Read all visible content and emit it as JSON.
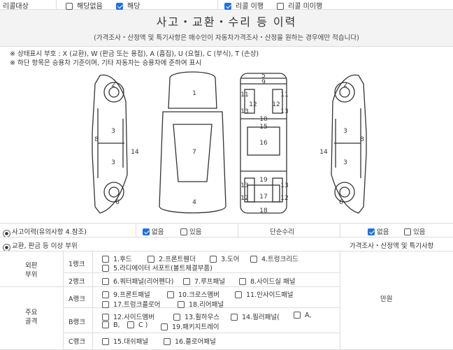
{
  "recall": {
    "label": "리콜대상",
    "opt_none": "해당없음",
    "opt_yes": "해당",
    "opt_done": "리콜 이행",
    "opt_not_done": "리콜 미이행"
  },
  "header": {
    "title": "사고・교환・수리 등 이력",
    "subtitle": "(가격조사・산정액 및 특기사항은 매수인이 자동차가격조사・산정을 원하는 경우에만 적습니다)"
  },
  "legend": {
    "line1": "※ 상태표시 부호 : X (교환), W (판금 또는 용접), A (흠집), U (요철), C (부식), T (손상)",
    "line2": "※ 하단 항목은 승용차 기준이며, 기타 자동차는 승용차에 준하여 표시"
  },
  "diagram_labels": {
    "side": [
      "2",
      "3",
      "3",
      "8",
      "14",
      "6"
    ],
    "front_back": [
      "1",
      "7",
      "4"
    ],
    "top": [
      "5",
      "9",
      "11",
      "11",
      "12",
      "12",
      "13",
      "13",
      "10",
      "15",
      "16",
      "19",
      "13",
      "13",
      "12",
      "12",
      "17",
      "18"
    ]
  },
  "accident": {
    "label": "사고이력(유의사항 4.참조)",
    "opt_none": "없음",
    "opt_yes": "있음",
    "simple_repair": "단순수리",
    "simple_none": "없음",
    "simple_yes": "있음"
  },
  "exchange": {
    "label": "교환, 판금 등 이상 부위",
    "price_header": "가격조사・산정액 및 특기사항"
  },
  "table": {
    "outer_label_1": "외판",
    "outer_label_2": "부위",
    "main_label_1": "주요",
    "main_label_2": "골격",
    "rank1": "1랭크",
    "rank2": "2랭크",
    "rankA": "A랭크",
    "rankB": "B랭크",
    "rankC": "C랭크",
    "unit": "만원",
    "r1_items": [
      "1.후드",
      "2.프론트휀더",
      "3.도어",
      "4.트렁크리드",
      "5.라디에이터 서포트(볼트체결부품)"
    ],
    "r2_items": [
      "6.쿼터패널(리어펜다)",
      "7.루프패널",
      "8.사이드실 패널"
    ],
    "rA_items": [
      "9.프론트패널",
      "10.크로스멤버",
      "11.인사이드패널",
      "17.트렁크플로어",
      "18.리어패널"
    ],
    "rB_items": [
      "12.사이드멤버",
      "13.휠하우스",
      "14.필러패널(",
      "A,",
      "B,",
      "C )",
      "19.패키지트레이"
    ],
    "rC_items": [
      "15.대쉬패널",
      "16.플로어패널"
    ]
  }
}
